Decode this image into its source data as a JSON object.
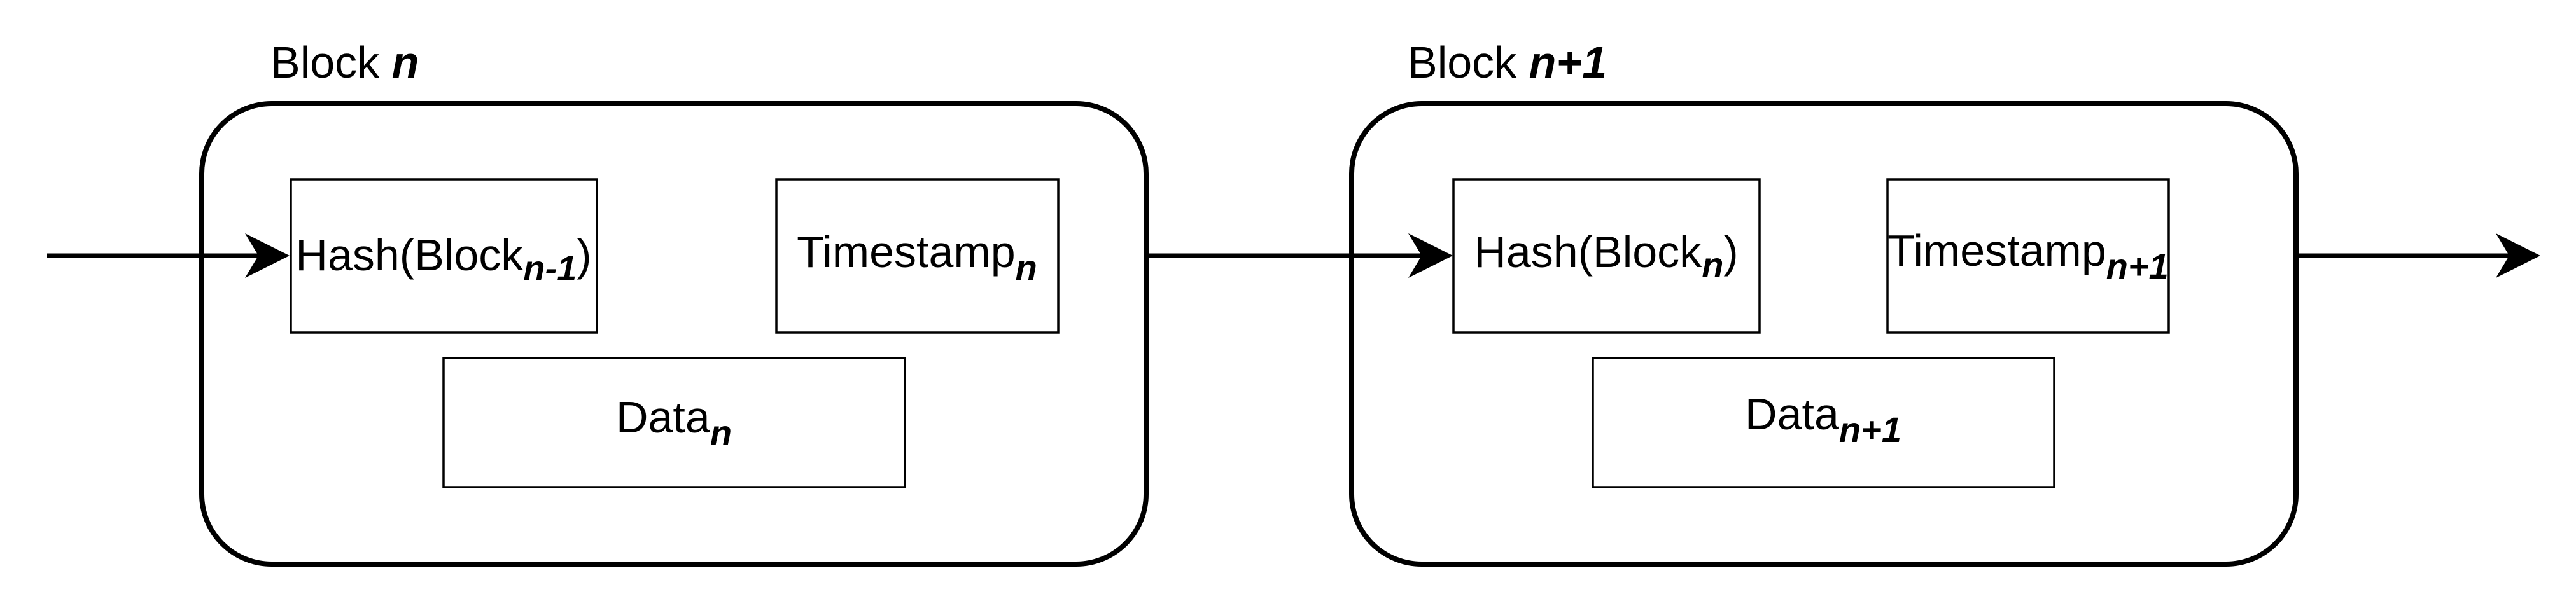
{
  "blocks": [
    {
      "title_prefix": "Block ",
      "title_var": "n",
      "hash_prefix": "Hash(Block",
      "hash_sub": "n-1",
      "hash_suffix": ")",
      "timestamp_label": "Timestamp",
      "timestamp_sub": "n",
      "data_label": "Data",
      "data_sub": "n"
    },
    {
      "title_prefix": "Block ",
      "title_var": "n+1",
      "hash_prefix": "Hash(Block",
      "hash_sub": "n",
      "hash_suffix": ")",
      "timestamp_label": "Timestamp",
      "timestamp_sub": "n+1",
      "data_label": "Data",
      "data_sub": "n+1"
    }
  ],
  "colors": {
    "stroke": "#000000",
    "background": "#ffffff"
  }
}
